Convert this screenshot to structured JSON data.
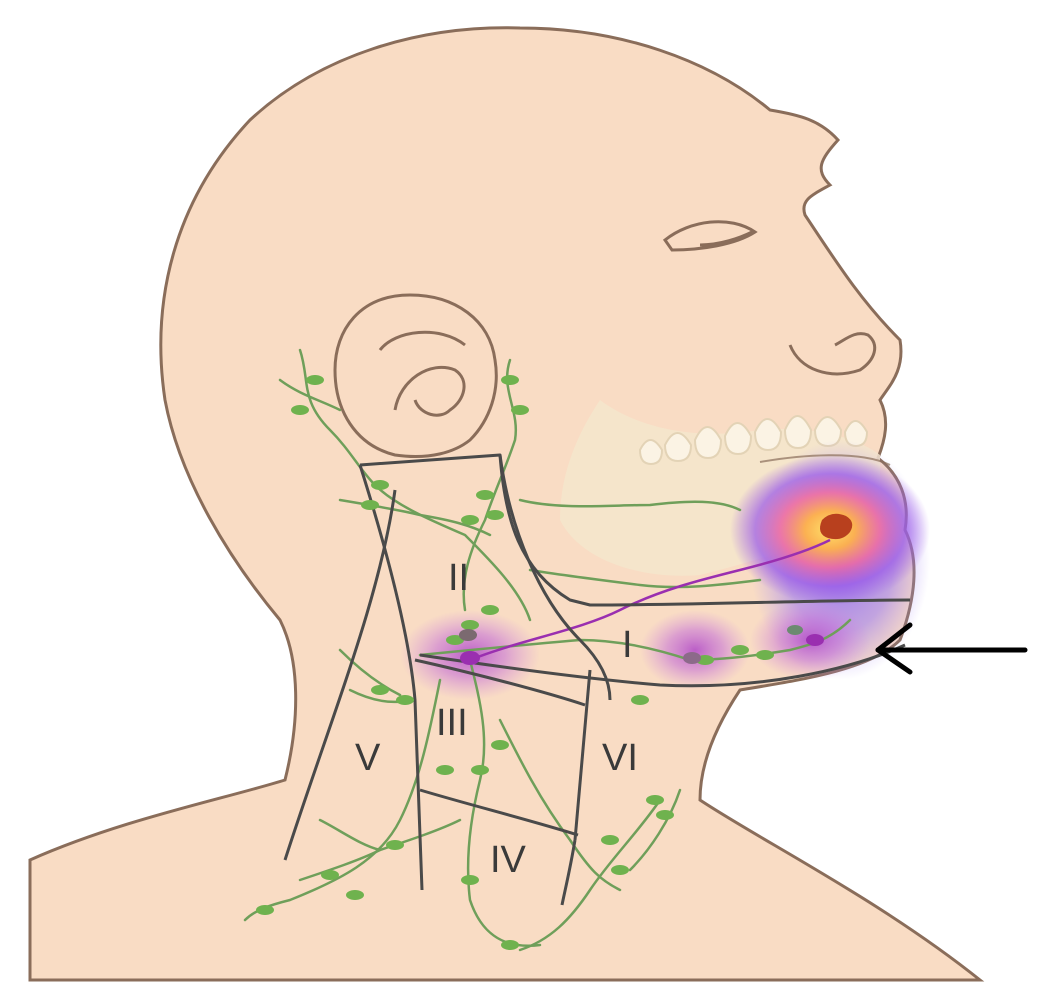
{
  "levels": {
    "I": "I",
    "II": "II",
    "III": "III",
    "IV": "IV",
    "V": "V",
    "VI": "VI"
  },
  "colors": {
    "skin": "#f9dcc4",
    "skin_outline": "#8a6d5a",
    "teeth": "#f7ecd8",
    "lymph": "#6fb24e",
    "lymph_vessel": "#6f9f5a",
    "region_line": "#4a4a4a",
    "tumor": "#b8401e",
    "metastasis": "#9a2fb0",
    "arrow": "#000000"
  },
  "icons": {
    "pointer": "arrow-left-icon"
  }
}
